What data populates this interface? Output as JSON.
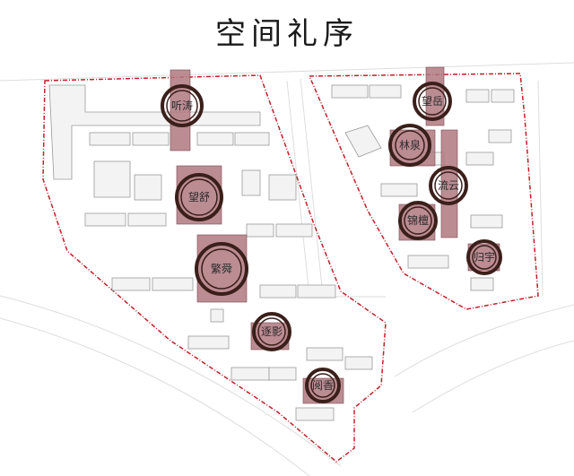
{
  "title": "空间礼序",
  "colors": {
    "site_boundary": "#c0202a",
    "zone_fill": "#b07880",
    "ring": "#3a1f1a",
    "building": "#f3f3f3",
    "building_stroke": "#9a9a9a",
    "road": "#d8d8d8"
  },
  "zones": [
    {
      "id": "tingtao",
      "label": "听涛"
    },
    {
      "id": "wangshu",
      "label": "望舒"
    },
    {
      "id": "fanshun",
      "label": "繁舜"
    },
    {
      "id": "zhuying",
      "label": "逐影"
    },
    {
      "id": "yuexiang",
      "label": "阅香"
    },
    {
      "id": "wangyue",
      "label": "望岳"
    },
    {
      "id": "linquan",
      "label": "林泉"
    },
    {
      "id": "liuyun",
      "label": "流云"
    },
    {
      "id": "jintan",
      "label": "锦檀"
    },
    {
      "id": "guiyu",
      "label": "归宇"
    }
  ]
}
